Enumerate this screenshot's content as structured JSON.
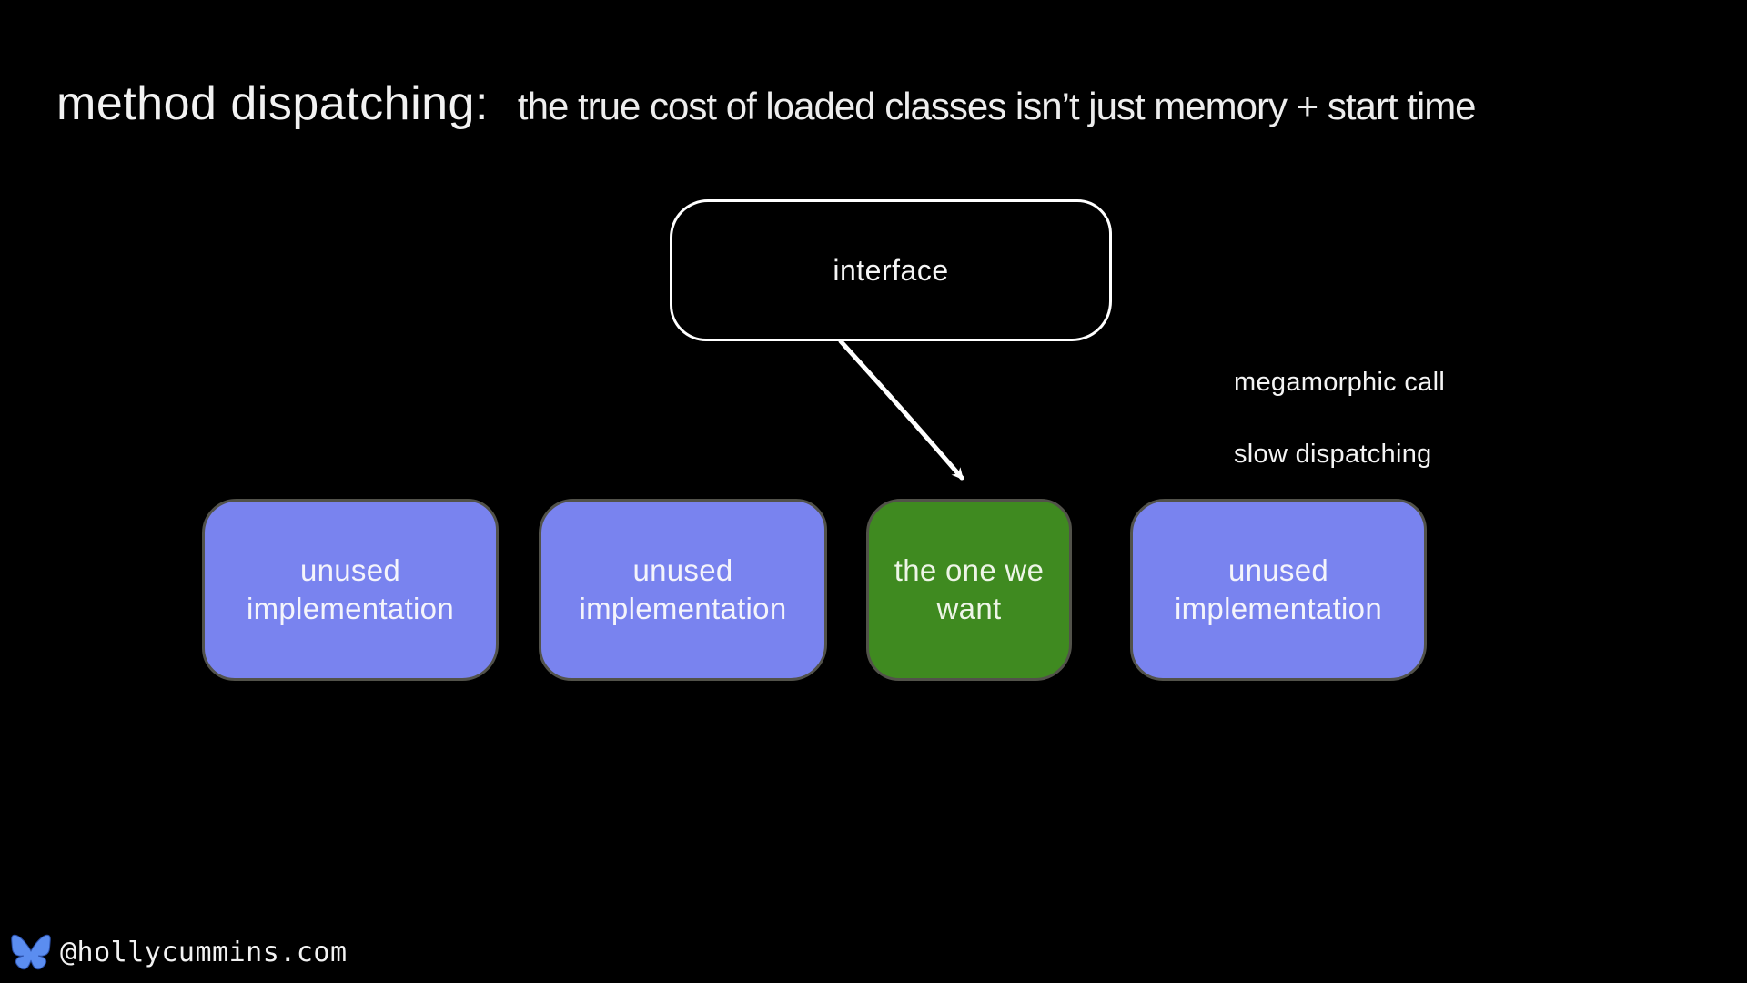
{
  "title": {
    "prefix": "method dispatching:",
    "rest": "the true cost of loaded classes isn’t just memory + start time"
  },
  "diagram": {
    "interface_label": "interface",
    "annotations": {
      "megamorphic": "megamorphic call",
      "slow": "slow dispatching"
    },
    "boxes": [
      {
        "line1": "unused",
        "line2": "implementation",
        "state": "unused"
      },
      {
        "line1": "unused",
        "line2": "implementation",
        "state": "unused"
      },
      {
        "line1": "the one we",
        "line2": "want",
        "state": "selected"
      },
      {
        "line1": "unused",
        "line2": "implementation",
        "state": "unused"
      }
    ]
  },
  "footer": {
    "handle": "@hollycummins.com",
    "icon": "butterfly-icon"
  },
  "colors": {
    "background": "#000000",
    "unused_box": "#7983ef",
    "selected_box": "#3f8a20",
    "box_border": "#52524a",
    "sketch_stroke": "#ffffff",
    "butterfly_blue": "#5b8df0"
  }
}
